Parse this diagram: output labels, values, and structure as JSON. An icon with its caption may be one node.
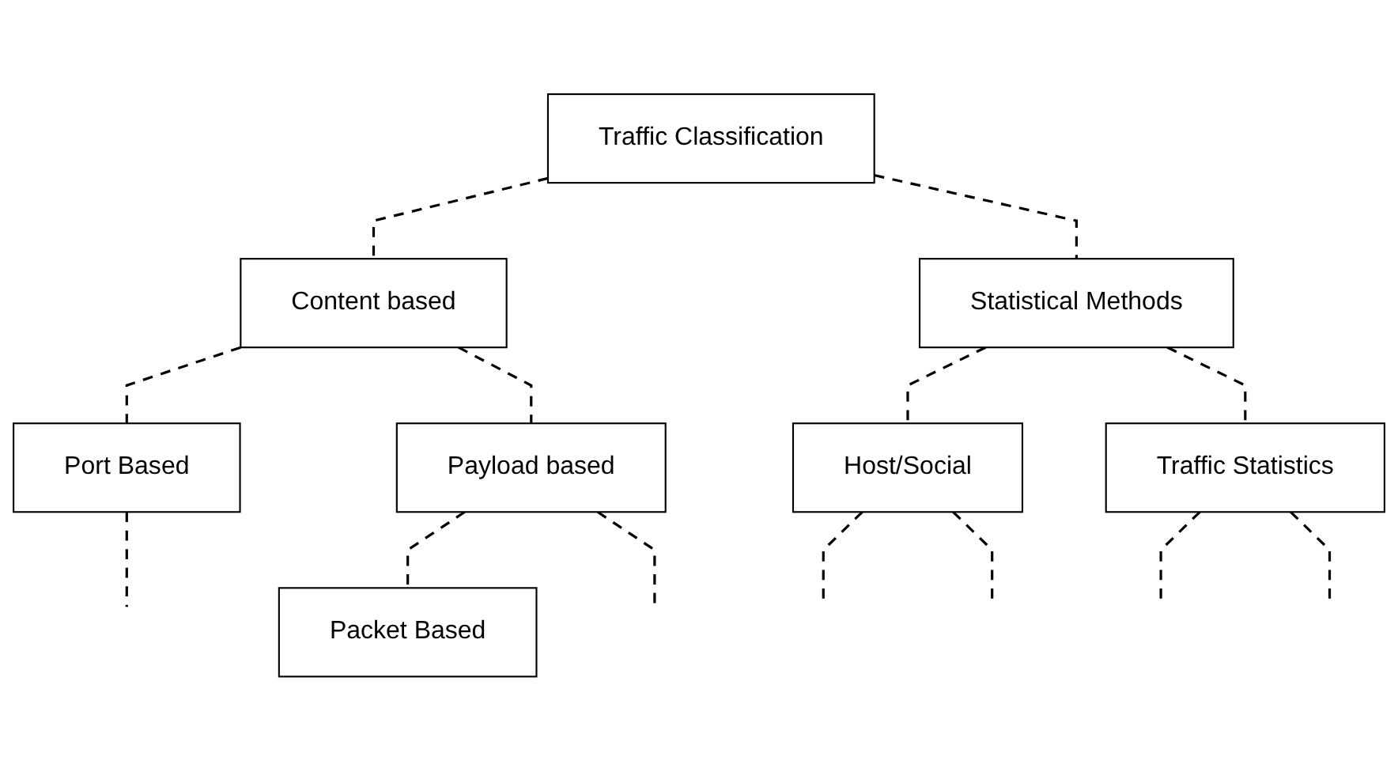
{
  "diagram": {
    "nodes": [
      {
        "text": [
          "Traffic Classification"
        ]
      },
      {
        "text": [
          "Content based"
        ]
      },
      {
        "text": [
          "Statistical Methods"
        ]
      },
      {
        "text": [
          "Port Based"
        ]
      },
      {
        "text": [
          "Payload based"
        ]
      },
      {
        "text": [
          "Host/Social"
        ]
      },
      {
        "text": [
          "Traffic Statistics"
        ]
      },
      {
        "text": [
          "Packet Based"
        ]
      }
    ],
    "edges": [
      {
        "from": 0,
        "to": 1,
        "arrow": "none",
        "style": "dashed"
      },
      {
        "from": 0,
        "to": 2,
        "arrow": "none",
        "style": "dashed"
      },
      {
        "from": 1,
        "to": 3,
        "arrow": "none",
        "style": "dashed"
      },
      {
        "from": 1,
        "to": 4,
        "arrow": "none",
        "style": "dashed"
      },
      {
        "from": 2,
        "to": 5,
        "arrow": "none",
        "style": "dashed"
      },
      {
        "from": 2,
        "to": 6,
        "arrow": "none",
        "style": "dashed"
      },
      {
        "from": 3,
        "to": null,
        "arrow": "none",
        "style": "dashed"
      },
      {
        "from": 4,
        "to": 7,
        "arrow": "none",
        "style": "dashed"
      },
      {
        "from": 4,
        "to": null,
        "arrow": "none",
        "style": "dashed"
      },
      {
        "from": 5,
        "to": null,
        "arrow": "none",
        "style": "dashed"
      },
      {
        "from": 5,
        "to": null,
        "arrow": "none",
        "style": "dashed"
      },
      {
        "from": 6,
        "to": null,
        "arrow": "none",
        "style": "dashed"
      },
      {
        "from": 6,
        "to": null,
        "arrow": "none",
        "style": "dashed"
      }
    ]
  }
}
